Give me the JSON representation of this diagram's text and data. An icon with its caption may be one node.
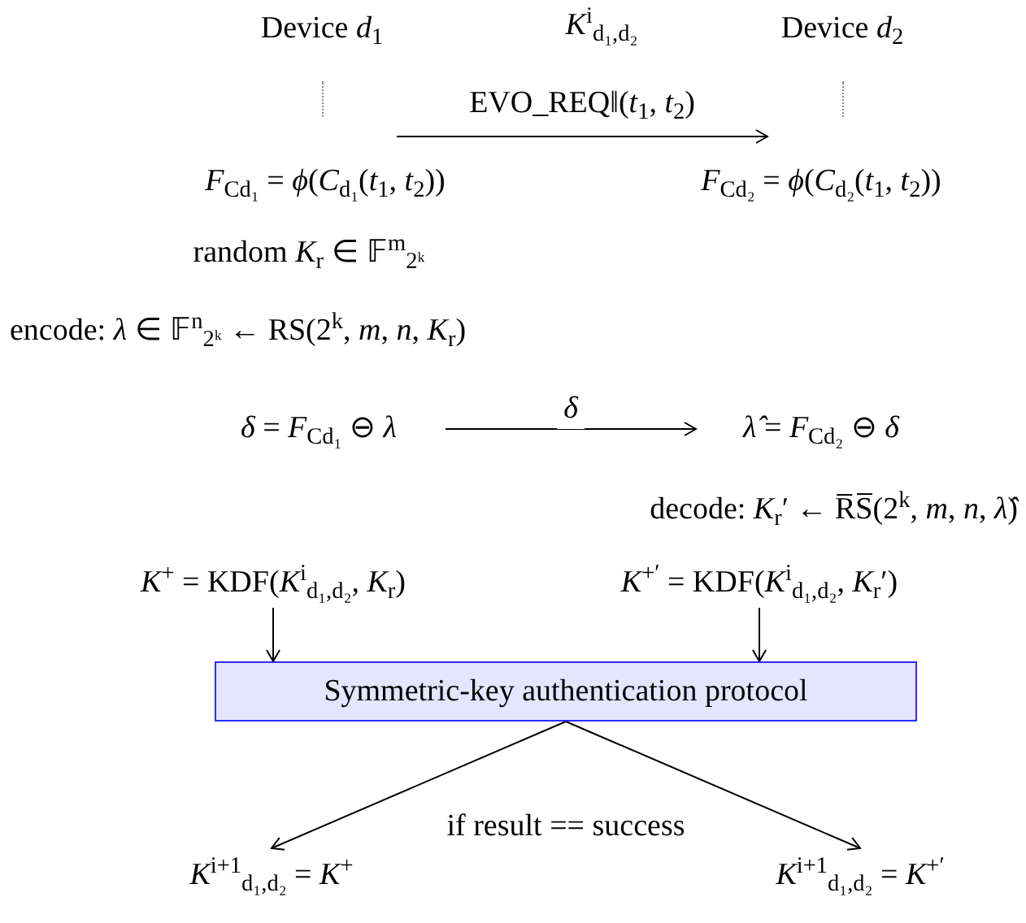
{
  "diagram": {
    "nodes": [
      {
        "text": [
          "Device *d*$_{1}$"
        ]
      },
      {
        "text": [
          "Device *d*$_{2}$"
        ]
      },
      {
        "text": [
          "*δ* = *F*$_{Cd₁}$ ⊖ *λ*"
        ]
      },
      {
        "text": [
          "*λ̂* = *F*$_{Cd₂}$ ⊖ *δ*"
        ]
      },
      {
        "text": [
          "*K*$^{+}$ = KDF(*K*$^{i}$$_{d₁,d₂}$, *K*$_{r}$)"
        ]
      },
      {
        "text": [
          "*K*$^{+′}$ = KDF(*K*$^{i}$$_{d₁,d₂}$, *K*$_{r}$′)"
        ]
      },
      {
        "text": [
          "Symmetric-key authentication protocol"
        ]
      },
      {
        "text": [
          "*K*$^{i+1}$$_{d₁,d₂}$ = *K*$^{+}$"
        ]
      },
      {
        "text": [
          "*K*$^{i+1}$$_{d₁,d₂}$ = *K*$^{+′}$"
        ]
      }
    ],
    "edges": [
      {
        "from": 0,
        "to": 1,
        "arrow": "to",
        "label": "EVO_REQ‖(*t*$_{1}$, *t*$_{2}$)"
      },
      {
        "from": 2,
        "to": 3,
        "arrow": "to",
        "label": "*δ*"
      },
      {
        "from": 4,
        "to": 6,
        "arrow": "to"
      },
      {
        "from": 5,
        "to": 6,
        "arrow": "to"
      },
      {
        "from": 6,
        "to": 7,
        "arrow": "to"
      },
      {
        "from": 6,
        "to": 8,
        "arrow": "to"
      }
    ],
    "labels": [
      "*K*$^{i}$$_{d₁,d₂}$",
      "*F*$_{Cd₁}$ = *ϕ*(*C*$_{d₁}$(*t*$_{1}$, *t*$_{2}$))",
      "*F*$_{Cd₂}$ = *ϕ*(*C*$_{d₂}$(*t*$_{1}$, *t*$_{2}$))",
      "random *K*$_{r}$ ∈ 𝔽$^{m}$$_{2ᵏ}$",
      "encode: *λ* ∈ 𝔽$^{n}$$_{2ᵏ}$ ← RS(2$^{k}$, *m*, *n*, *K*$_{r}$)",
      "decode: *K*$_{r}$′ ← R̅S̅(2$^{k}$, *m*, *n*, *λ̂*)",
      "if result == success"
    ]
  }
}
